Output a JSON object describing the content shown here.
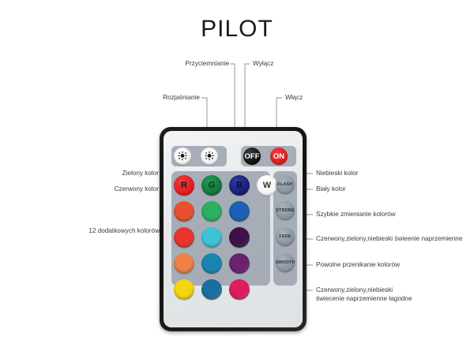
{
  "page": {
    "title": "PILOT",
    "background_color": "#ffffff",
    "text_color": "#3a3a3a"
  },
  "device": {
    "name": "rgb-led-remote",
    "body_color": "#1a1a1a",
    "face_color": "#e9ecee",
    "tray_color": "#9aa2ae"
  },
  "annotations": {
    "dim": "Przyciemnianie",
    "brighten": "Rozjaśnianie",
    "power_off": "Wyłącz",
    "power_on": "Włącz",
    "green_color": "Zielony kolor",
    "red_color": "Czerwony kolor",
    "blue_color": "Niebieski kolor",
    "white_color": "Biały kolor",
    "extra_colors": "12 dodatkowych kolorów",
    "flash_desc": "Szybkie zmienianie kolorów",
    "strobe_desc": "Czerwony,zielony,niebieski świeenie naprzemienne",
    "fade_desc": "Powolne przenikanie kolorów",
    "smooth_desc_line1": "Czerwony,zielony,niebieski",
    "smooth_desc_line2": "świecenie naprzemienne łagodne"
  },
  "buttons": {
    "row_power": [
      {
        "key": "brightness-down",
        "label": "",
        "icon": "sun-icon",
        "color": "#ffffff",
        "text_color": "#1a1a1a"
      },
      {
        "key": "brightness-up",
        "label": "",
        "icon": "sun-icon",
        "color": "#ffffff",
        "text_color": "#1a1a1a"
      },
      {
        "key": "off",
        "label": "OFF",
        "icon": "",
        "color": "#111111",
        "text_color": "#ffffff"
      },
      {
        "key": "on",
        "label": "ON",
        "icon": "",
        "color": "#dc1e1e",
        "text_color": "#ffffff"
      }
    ],
    "row_rgbw": [
      {
        "key": "red",
        "label": "R",
        "color": "#e01f1f",
        "text_color": "#1a1a1a"
      },
      {
        "key": "green",
        "label": "G",
        "color": "#12793d",
        "text_color": "#0f2f18"
      },
      {
        "key": "blue",
        "label": "B",
        "color": "#1a2076",
        "text_color": "#0a0d33"
      },
      {
        "key": "white",
        "label": "W",
        "color": "#ffffff",
        "text_color": "#333333"
      }
    ],
    "color_grid": {
      "rows": 4,
      "columns": 3,
      "swatches": [
        {
          "key": "color-1",
          "color": "#e8502f"
        },
        {
          "key": "color-2",
          "color": "#2bb060"
        },
        {
          "key": "color-3",
          "color": "#1b60b4"
        },
        {
          "key": "color-4",
          "color": "#e8362d"
        },
        {
          "key": "color-5",
          "color": "#3cc4d6"
        },
        {
          "key": "color-6",
          "color": "#3d1248"
        },
        {
          "key": "color-7",
          "color": "#ef8049"
        },
        {
          "key": "color-8",
          "color": "#1786ae"
        },
        {
          "key": "color-9",
          "color": "#6a2270"
        },
        {
          "key": "color-10",
          "color": "#f5d410"
        },
        {
          "key": "color-11",
          "color": "#1a6f9e"
        },
        {
          "key": "color-12",
          "color": "#e01b5e"
        }
      ]
    },
    "effects": [
      {
        "key": "flash",
        "label": "FLASH"
      },
      {
        "key": "strobe",
        "label": "STROBE"
      },
      {
        "key": "fade",
        "label": "FADE"
      },
      {
        "key": "smooth",
        "label": "SMOOTH"
      }
    ]
  }
}
